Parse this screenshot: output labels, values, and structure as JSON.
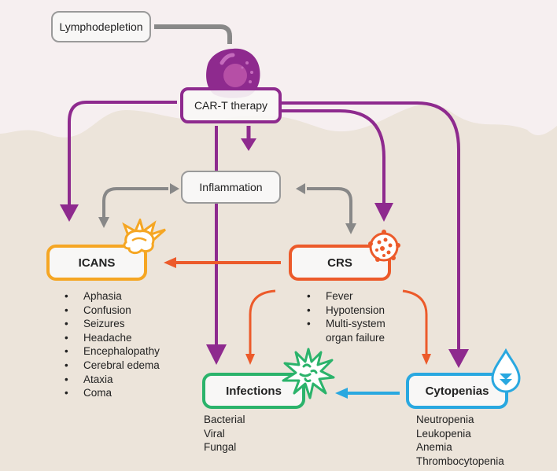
{
  "nodes": {
    "lymphodepletion": "Lymphodepletion",
    "car_t": "CAR-T therapy",
    "inflammation": "Inflammation",
    "icans": "ICANS",
    "crs": "CRS",
    "infections": "Infections",
    "cytopenias": "Cytopenias"
  },
  "lists": {
    "icans": [
      "Aphasia",
      "Confusion",
      "Seizures",
      "Headache",
      "Encephalopathy",
      "Cerebral edema",
      "Ataxia",
      "Coma"
    ],
    "crs": [
      "Fever",
      "Hypotension",
      "Multi-system organ failure"
    ],
    "infections": [
      "Bacterial",
      "Viral",
      "Fungal"
    ],
    "cytopenias": [
      "Neutropenia",
      "Leukopenia",
      "Anemia",
      "Thrombocytopenia"
    ]
  },
  "colors": {
    "car_t": "#8e2a8e",
    "icans": "#f5a623",
    "crs": "#ec5a2a",
    "infections": "#2bb36b",
    "cytopenias": "#29a8e0",
    "neutral": "#8a8a8a"
  },
  "icons": {
    "car_t": "t-cell-icon",
    "icans": "brain-burst-icon",
    "crs": "cytokine-cell-icon",
    "infections": "pathogen-burst-icon",
    "cytopenias": "blood-drop-icon"
  }
}
